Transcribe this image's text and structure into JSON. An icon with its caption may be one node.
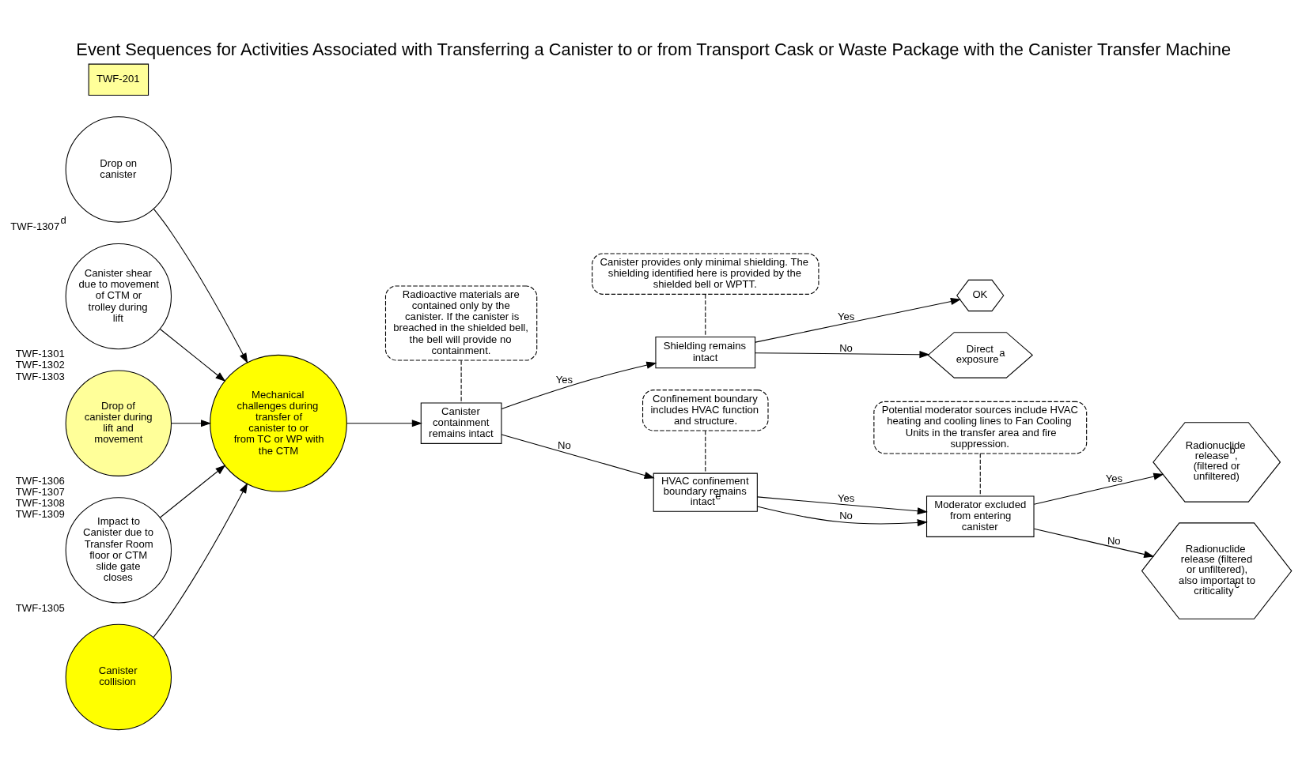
{
  "diagram": {
    "title": "Event Sequences for Activities Associated with Transferring a Canister to or from Transport Cask or Waste Package with the Canister Transfer Machine",
    "nodes": [
      {
        "text": [
          "Drop on canister"
        ],
        "beside": [
          "TWF-1307$^{d}$"
        ]
      },
      {
        "text": [
          "Canister shear due to movement of CTM or trolley during lift"
        ],
        "beside": [
          "TWF-1301",
          "TWF-1302",
          "TWF-1303"
        ]
      },
      {
        "text": [
          "Drop of canister during lift and movement"
        ],
        "beside": [
          "TWF-1306",
          "TWF-1307",
          "TWF-1308",
          "TWF-1309"
        ]
      },
      {
        "text": [
          "Impact to Canister due to Transfer Room floor or CTM slide gate closes"
        ],
        "beside": [
          "TWF-1305"
        ]
      },
      {
        "text": [
          "Mechanical challenges during transfer of canister to or from TC or WP with the CTM"
        ]
      },
      {
        "text": [
          "Canister collision"
        ]
      },
      {
        "text": [
          "Canister containment remains intact"
        ]
      },
      {
        "text": [
          "Shielding remains intact"
        ]
      },
      {
        "text": [
          "OK"
        ]
      },
      {
        "text": [
          "Direct exposure$^{a}$"
        ]
      },
      {
        "text": [
          "HVAC confinement boundary remains intact$^{e}$"
        ]
      },
      {
        "text": [
          "Moderator excluded from entering canister"
        ]
      },
      {
        "text": [
          "Radionuclide release$^{b}$, (filtered or unfiltered)"
        ]
      },
      {
        "text": [
          "Radionuclide release (filtered or unfiltered), also important to criticality$^{c}$"
        ]
      },
      {
        "text": [
          "Canister provides only minimal shielding. The shielding identified here is provided by the shielded bell or WPTT."
        ]
      },
      {
        "text": [
          "Radioactive materials are contained only by the canister. If the canister is breached in the shielded bell, the bell will provide no containment."
        ]
      },
      {
        "text": [
          "Confinement boundary includes HVAC function and structure."
        ]
      },
      {
        "text": [
          "Potential moderator sources include HVAC heating and cooling lines to Fan Cooling Units in the transfer area and fire suppression."
        ]
      },
      {
        "text": [
          "TWF-201"
        ]
      }
    ],
    "edges": [
      {
        "from": 0,
        "to": 4,
        "arrow": "to"
      },
      {
        "from": 1,
        "to": 4,
        "arrow": "to"
      },
      {
        "from": 2,
        "to": 4,
        "arrow": "to"
      },
      {
        "from": 3,
        "to": 4,
        "arrow": "to"
      },
      {
        "from": 5,
        "to": 4,
        "arrow": "to"
      },
      {
        "from": 4,
        "to": 6,
        "arrow": "to"
      },
      {
        "from": 6,
        "to": 7,
        "arrow": "to",
        "label": "Yes"
      },
      {
        "from": 7,
        "to": 8,
        "arrow": "to",
        "label": "Yes"
      },
      {
        "from": 7,
        "to": 9,
        "arrow": "to",
        "label": "No"
      },
      {
        "from": 6,
        "to": 10,
        "arrow": "to",
        "label": "No"
      },
      {
        "from": 10,
        "to": 11,
        "arrow": "to",
        "label": "Yes"
      },
      {
        "from": 10,
        "to": 11,
        "arrow": "to",
        "label": "No"
      },
      {
        "from": 11,
        "to": 12,
        "arrow": "to",
        "label": "Yes"
      },
      {
        "from": 11,
        "to": 13,
        "arrow": "to",
        "label": "No"
      },
      {
        "from": 14,
        "to": 7,
        "arrow": "none",
        "style": "dashed"
      },
      {
        "from": 15,
        "to": 6,
        "arrow": "none",
        "style": "dashed"
      },
      {
        "from": 16,
        "to": 10,
        "arrow": "none",
        "style": "dashed"
      },
      {
        "from": 17,
        "to": 11,
        "arrow": "none",
        "style": "dashed"
      }
    ]
  }
}
